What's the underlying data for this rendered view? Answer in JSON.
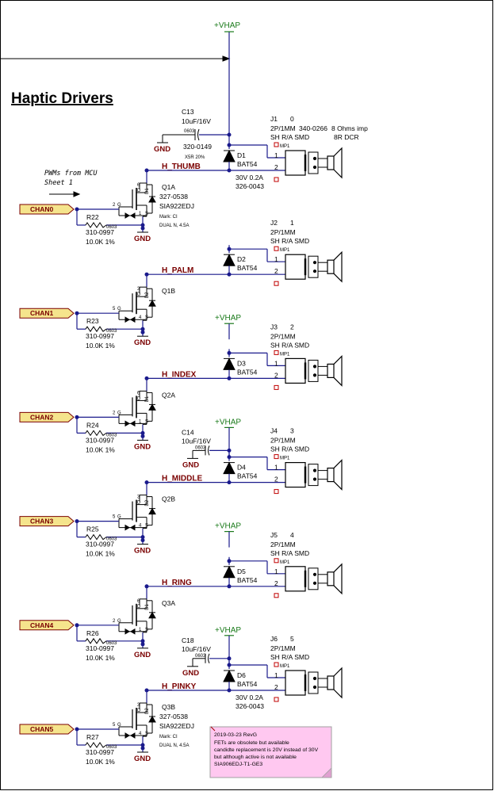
{
  "title": "Haptic Drivers",
  "note_pwms": [
    "PWMs from MCU",
    "Sheet 1"
  ],
  "power": {
    "supply": "+VHAP",
    "ground": "GND"
  },
  "caps": [
    {
      "ref": "C13",
      "value": "10uF/16V",
      "part": "320-0149",
      "spec": "X5R 20%",
      "pin": "0603"
    },
    {
      "ref": "C14",
      "value": "10uF/16V",
      "pin": "0603"
    },
    {
      "ref": "C18",
      "value": "10uF/16V",
      "pin": "0603"
    }
  ],
  "diode": {
    "model": "BAT54",
    "rating": "30V 0.2A",
    "part": "326-0043"
  },
  "diodes": [
    "D1",
    "D2",
    "D3",
    "D4",
    "D5",
    "D6"
  ],
  "connector": {
    "type": "2P/1MM",
    "part": "340-0266",
    "spec": "SH R/A SMD",
    "load": "8 Ohms imp",
    "dcr": "8R DCR",
    "mp": "MP1",
    "pin1": "1",
    "pin2": "2"
  },
  "connectors": [
    {
      "ref": "J1",
      "num": "0"
    },
    {
      "ref": "J2",
      "num": "1"
    },
    {
      "ref": "J3",
      "num": "2"
    },
    {
      "ref": "J4",
      "num": "3"
    },
    {
      "ref": "J5",
      "num": "4"
    },
    {
      "ref": "J6",
      "num": "5"
    }
  ],
  "nets": [
    "H_THUMB",
    "H_PALM",
    "H_INDEX",
    "H_MIDDLE",
    "H_RING",
    "H_PINKY"
  ],
  "ports": [
    "CHAN0",
    "CHAN1",
    "CHAN2",
    "CHAN3",
    "CHAN4",
    "CHAN5"
  ],
  "fets": [
    "Q1A",
    "Q1B",
    "Q2A",
    "Q2B",
    "Q3A",
    "Q3B"
  ],
  "fet_info": {
    "part": "327-0538",
    "model": "SIA922EDJ",
    "mark": "Mark: CI",
    "desc": "DUAL N, 4.5A"
  },
  "fet_pins": [
    {
      "d": "6",
      "g": "2",
      "s": "1",
      "dn": "D1"
    },
    {
      "d": "3",
      "g": "5",
      "s": "4",
      "dn": "D2"
    },
    {
      "d": "6",
      "g": "2",
      "s": "1",
      "dn": "D1"
    },
    {
      "d": "3",
      "g": "5",
      "s": "4",
      "dn": "D2"
    },
    {
      "d": "6",
      "g": "2",
      "s": "1",
      "dn": "D1"
    },
    {
      "d": "3",
      "g": "5",
      "s": "4",
      "dn": "D2"
    }
  ],
  "pin_letters": {
    "d": "D",
    "g": "G",
    "s": "S"
  },
  "resistors": [
    "R22",
    "R23",
    "R24",
    "R25",
    "R26",
    "R27"
  ],
  "res_info": {
    "part": "310-0997",
    "value": "10.0K 1%",
    "pkg": "0603"
  },
  "sticky_note": [
    "2019-03-23 RevG",
    "FETs are obsolete but available",
    "candidte replacement is 20V instead of 30V",
    "but although active is not available",
    "SIA906EDJ-T1-GE3"
  ],
  "colors": {
    "wire": "#1a1a8c",
    "net_label": "#7a0000",
    "power": "#1a7a1a",
    "port_fill": "#f5e48c",
    "note_fill": "#ffc8f0"
  }
}
